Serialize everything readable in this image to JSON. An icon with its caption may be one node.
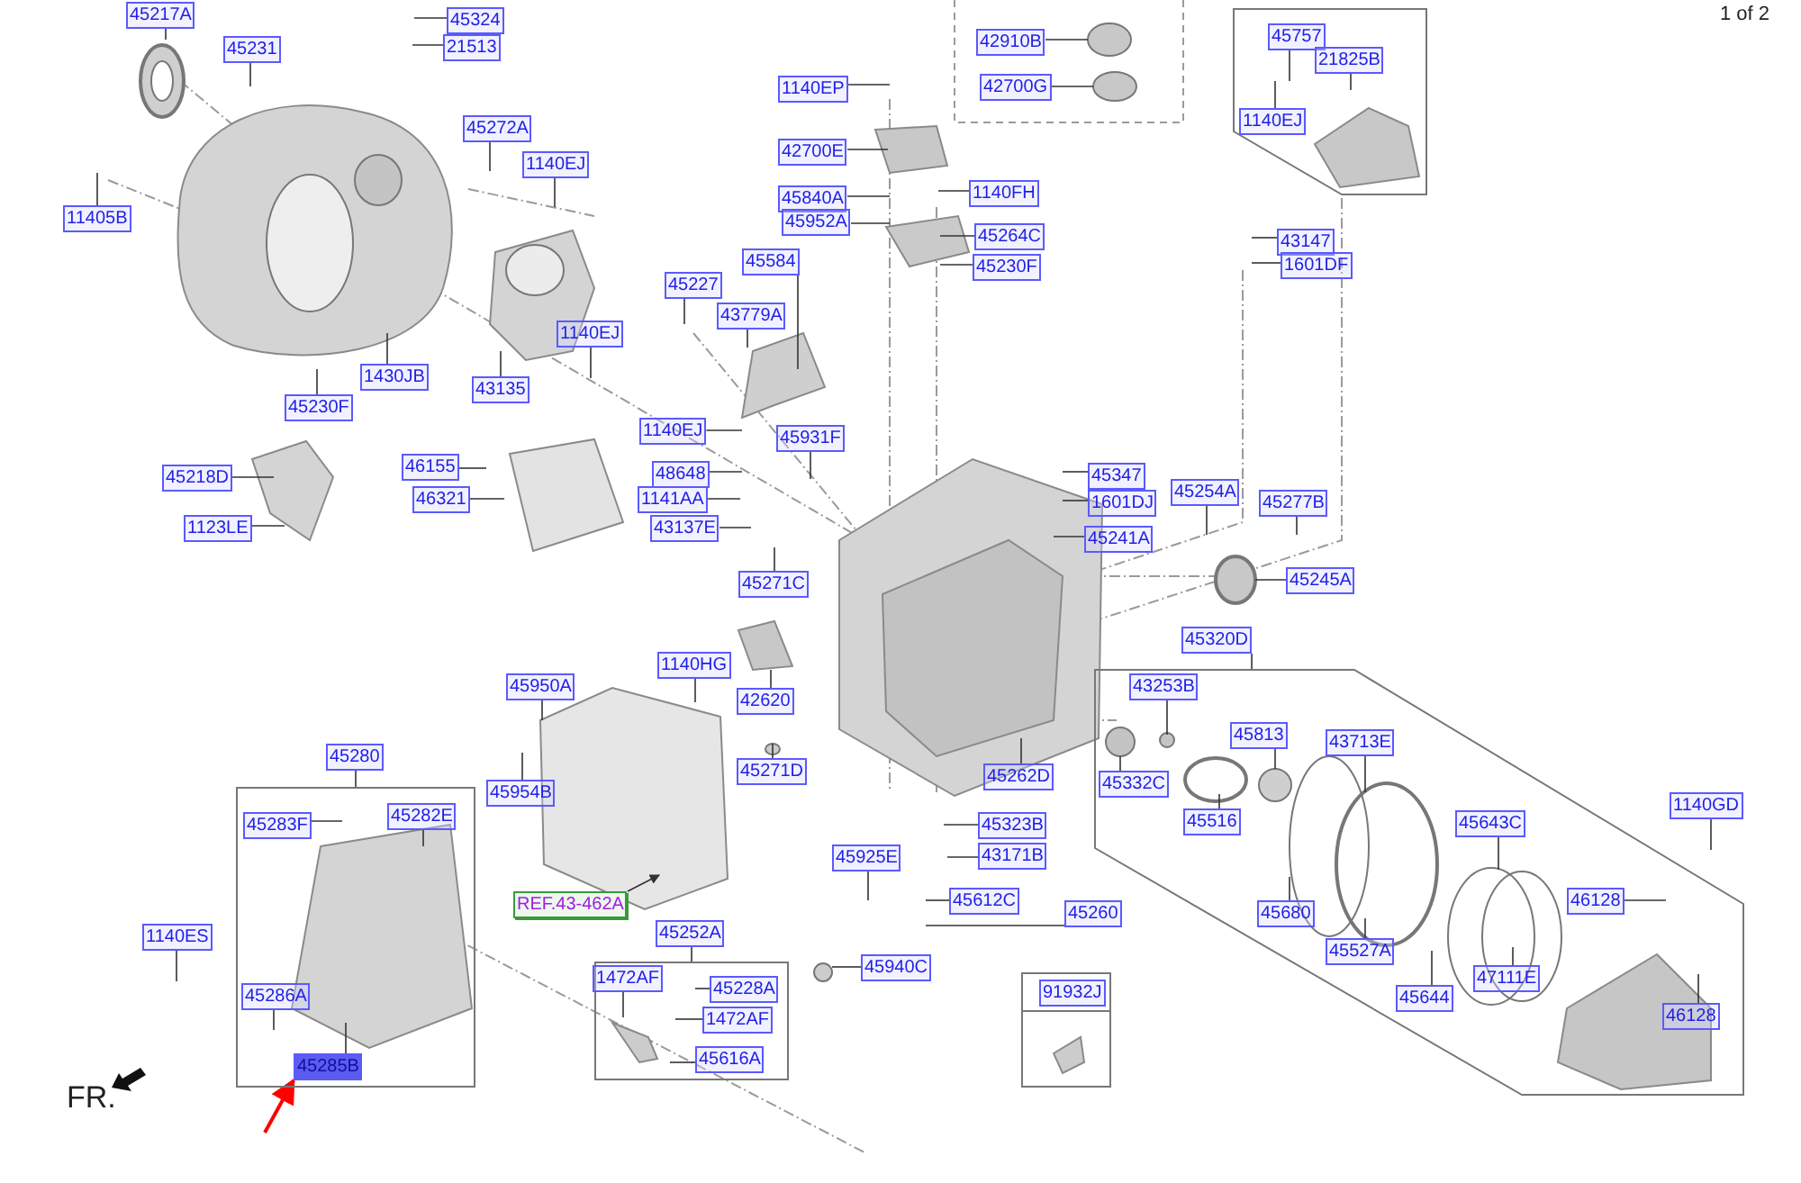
{
  "diagram": {
    "nodes": [
      {
        "text": [
          "45217A"
        ]
      },
      {
        "text": [
          "45231"
        ]
      },
      {
        "text": [
          "45324"
        ]
      },
      {
        "text": [
          "21513"
        ]
      },
      {
        "text": [
          "11405B"
        ]
      },
      {
        "text": [
          "45272A"
        ]
      },
      {
        "text": [
          "1140EJ"
        ]
      },
      {
        "text": [
          "1140EJ"
        ]
      },
      {
        "text": [
          "1430JB"
        ]
      },
      {
        "text": [
          "43135"
        ]
      },
      {
        "text": [
          "45230F"
        ]
      },
      {
        "text": [
          "45218D"
        ]
      },
      {
        "text": [
          "1123LE"
        ]
      },
      {
        "text": [
          "46155"
        ]
      },
      {
        "text": [
          "46321"
        ]
      },
      {
        "text": [
          "1140EP"
        ]
      },
      {
        "text": [
          "42910B"
        ]
      },
      {
        "text": [
          "42700G"
        ]
      },
      {
        "text": [
          "42700E"
        ]
      },
      {
        "text": [
          "1140FH"
        ]
      },
      {
        "text": [
          "45840A"
        ]
      },
      {
        "text": [
          "45952A"
        ]
      },
      {
        "text": [
          "45264C"
        ]
      },
      {
        "text": [
          "45230F"
        ]
      },
      {
        "text": [
          "45584"
        ]
      },
      {
        "text": [
          "45227"
        ]
      },
      {
        "text": [
          "43779A"
        ]
      },
      {
        "text": [
          "1140EJ"
        ]
      },
      {
        "text": [
          "45931F"
        ]
      },
      {
        "text": [
          "48648"
        ]
      },
      {
        "text": [
          "1141AA"
        ]
      },
      {
        "text": [
          "43137E"
        ]
      },
      {
        "text": [
          "45271C"
        ]
      },
      {
        "text": [
          "45347"
        ]
      },
      {
        "text": [
          "1601DJ"
        ]
      },
      {
        "text": [
          "45241A"
        ]
      },
      {
        "text": [
          "45254A"
        ]
      },
      {
        "text": [
          "45757"
        ]
      },
      {
        "text": [
          "21825B"
        ]
      },
      {
        "text": [
          "1140EJ"
        ]
      },
      {
        "text": [
          "43147"
        ]
      },
      {
        "text": [
          "1601DF"
        ]
      },
      {
        "text": [
          "45277B"
        ]
      },
      {
        "text": [
          "45245A"
        ]
      },
      {
        "text": [
          "45950A"
        ]
      },
      {
        "text": [
          "45954B"
        ]
      },
      {
        "text": [
          "45280"
        ]
      },
      {
        "text": [],
        "shape": "box"
      },
      {
        "text": [
          "45283F"
        ],
        "in": 47
      },
      {
        "text": [
          "45282E"
        ],
        "in": 47
      },
      {
        "text": [
          "1140ES"
        ]
      },
      {
        "text": [
          "45286A"
        ],
        "in": 47
      },
      {
        "text": [
          "45285B"
        ],
        "in": 47
      },
      {
        "text": [
          "REF.43-462A"
        ]
      },
      {
        "text": [
          "1140HG"
        ]
      },
      {
        "text": [
          "42620"
        ]
      },
      {
        "text": [
          "45271D"
        ]
      },
      {
        "text": [
          "45262D"
        ]
      },
      {
        "text": [
          "45323B"
        ]
      },
      {
        "text": [
          "43171B"
        ]
      },
      {
        "text": [
          "45925E"
        ]
      },
      {
        "text": [
          "45612C"
        ]
      },
      {
        "text": [
          "45260"
        ]
      },
      {
        "text": [
          "45940C"
        ]
      },
      {
        "text": [
          "45252A"
        ]
      },
      {
        "text": [],
        "shape": "box"
      },
      {
        "text": [
          "1472AF"
        ],
        "in": 65
      },
      {
        "text": [
          "45228A"
        ],
        "in": 65
      },
      {
        "text": [
          "1472AF"
        ],
        "in": 65
      },
      {
        "text": [
          "45616A"
        ],
        "in": 65
      },
      {
        "text": [
          "91932J"
        ]
      },
      {
        "text": [
          "45320D"
        ]
      },
      {
        "text": [],
        "shape": "hexagon"
      },
      {
        "text": [
          "43253B"
        ],
        "in": 72
      },
      {
        "text": [
          "45332C"
        ],
        "in": 72
      },
      {
        "text": [
          "45813"
        ],
        "in": 72
      },
      {
        "text": [
          "45516"
        ],
        "in": 72
      },
      {
        "text": [
          "43713E"
        ],
        "in": 72
      },
      {
        "text": [
          "45643C"
        ],
        "in": 72
      },
      {
        "text": [
          "1140GD"
        ]
      },
      {
        "text": [
          "45680"
        ],
        "in": 72
      },
      {
        "text": [
          "46128"
        ],
        "in": 72
      },
      {
        "text": [
          "45527A"
        ],
        "in": 72
      },
      {
        "text": [
          "47111E"
        ],
        "in": 72
      },
      {
        "text": [
          "45644"
        ],
        "in": 72
      },
      {
        "text": [
          "46128"
        ],
        "in": 72
      }
    ],
    "edges": [
      {
        "from": 0,
        "to": null,
        "arrow": "none"
      },
      {
        "from": 1,
        "to": null,
        "arrow": "none"
      },
      {
        "from": 2,
        "to": null,
        "arrow": "none"
      },
      {
        "from": 3,
        "to": null,
        "arrow": "none"
      },
      {
        "from": 4,
        "to": null,
        "arrow": "none"
      },
      {
        "from": 5,
        "to": null,
        "arrow": "none"
      },
      {
        "from": 6,
        "to": null,
        "arrow": "none"
      },
      {
        "from": 7,
        "to": null,
        "arrow": "none"
      },
      {
        "from": 8,
        "to": null,
        "arrow": "none"
      },
      {
        "from": 9,
        "to": null,
        "arrow": "none"
      },
      {
        "from": 10,
        "to": null,
        "arrow": "none"
      },
      {
        "from": 11,
        "to": null,
        "arrow": "none"
      },
      {
        "from": 12,
        "to": null,
        "arrow": "none"
      },
      {
        "from": 13,
        "to": null,
        "arrow": "none"
      },
      {
        "from": 14,
        "to": null,
        "arrow": "none"
      },
      {
        "from": 15,
        "to": null,
        "arrow": "none"
      },
      {
        "from": 16,
        "to": null,
        "arrow": "none"
      },
      {
        "from": 17,
        "to": null,
        "arrow": "none"
      },
      {
        "from": 18,
        "to": null,
        "arrow": "none"
      },
      {
        "from": 19,
        "to": null,
        "arrow": "none"
      },
      {
        "from": 20,
        "to": null,
        "arrow": "none"
      },
      {
        "from": 21,
        "to": null,
        "arrow": "none"
      },
      {
        "from": 22,
        "to": null,
        "arrow": "none"
      },
      {
        "from": 23,
        "to": null,
        "arrow": "none"
      },
      {
        "from": 24,
        "to": null,
        "arrow": "none"
      },
      {
        "from": 25,
        "to": null,
        "arrow": "none"
      },
      {
        "from": 26,
        "to": null,
        "arrow": "none"
      },
      {
        "from": 27,
        "to": null,
        "arrow": "none"
      },
      {
        "from": 28,
        "to": null,
        "arrow": "none"
      },
      {
        "from": 29,
        "to": null,
        "arrow": "none"
      },
      {
        "from": 30,
        "to": null,
        "arrow": "none"
      },
      {
        "from": 31,
        "to": null,
        "arrow": "none"
      },
      {
        "from": 32,
        "to": null,
        "arrow": "none"
      },
      {
        "from": 33,
        "to": null,
        "arrow": "none"
      },
      {
        "from": 34,
        "to": null,
        "arrow": "none"
      },
      {
        "from": 35,
        "to": null,
        "arrow": "none"
      },
      {
        "from": 36,
        "to": null,
        "arrow": "none"
      },
      {
        "from": 37,
        "to": null,
        "arrow": "none"
      },
      {
        "from": 38,
        "to": null,
        "arrow": "none"
      },
      {
        "from": 39,
        "to": null,
        "arrow": "none"
      },
      {
        "from": 40,
        "to": null,
        "arrow": "none"
      },
      {
        "from": 41,
        "to": null,
        "arrow": "none"
      },
      {
        "from": 42,
        "to": null,
        "arrow": "none"
      },
      {
        "from": 43,
        "to": null,
        "arrow": "none"
      },
      {
        "from": 44,
        "to": null,
        "arrow": "none"
      },
      {
        "from": 45,
        "to": null,
        "arrow": "none"
      },
      {
        "from": 46,
        "to": 47,
        "arrow": "none"
      },
      {
        "from": 48,
        "to": null,
        "arrow": "none"
      },
      {
        "from": 49,
        "to": null,
        "arrow": "none"
      },
      {
        "from": 50,
        "to": null,
        "arrow": "none"
      },
      {
        "from": 51,
        "to": null,
        "arrow": "none"
      },
      {
        "from": 52,
        "to": null,
        "arrow": "none"
      },
      {
        "from": 53,
        "to": null,
        "arrow": "to"
      },
      {
        "from": 54,
        "to": null,
        "arrow": "none"
      },
      {
        "from": 55,
        "to": null,
        "arrow": "none"
      },
      {
        "from": 56,
        "to": null,
        "arrow": "none"
      },
      {
        "from": 57,
        "to": null,
        "arrow": "none"
      },
      {
        "from": 58,
        "to": null,
        "arrow": "none"
      },
      {
        "from": 59,
        "to": null,
        "arrow": "none"
      },
      {
        "from": 60,
        "to": null,
        "arrow": "none"
      },
      {
        "from": 61,
        "to": null,
        "arrow": "none"
      },
      {
        "from": 62,
        "to": null,
        "arrow": "none"
      },
      {
        "from": 63,
        "to": null,
        "arrow": "none"
      },
      {
        "from": 64,
        "to": 65,
        "arrow": "none"
      },
      {
        "from": 66,
        "to": null,
        "arrow": "none"
      },
      {
        "from": 67,
        "to": null,
        "arrow": "none"
      },
      {
        "from": 68,
        "to": null,
        "arrow": "none"
      },
      {
        "from": 69,
        "to": null,
        "arrow": "none"
      },
      {
        "from": 71,
        "to": 72,
        "arrow": "none"
      },
      {
        "from": 73,
        "to": null,
        "arrow": "none"
      },
      {
        "from": 74,
        "to": null,
        "arrow": "none"
      },
      {
        "from": 75,
        "to": null,
        "arrow": "none"
      },
      {
        "from": 76,
        "to": null,
        "arrow": "none"
      },
      {
        "from": 77,
        "to": null,
        "arrow": "none"
      },
      {
        "from": 78,
        "to": null,
        "arrow": "none"
      },
      {
        "from": 79,
        "to": null,
        "arrow": "none"
      },
      {
        "from": 80,
        "to": null,
        "arrow": "none"
      },
      {
        "from": 81,
        "to": null,
        "arrow": "none"
      },
      {
        "from": 82,
        "to": null,
        "arrow": "none"
      },
      {
        "from": 83,
        "to": null,
        "arrow": "none"
      },
      {
        "from": 84,
        "to": null,
        "arrow": "none"
      },
      {
        "from": 85,
        "to": null,
        "arrow": "none"
      },
      {
        "from": null,
        "to": 52,
        "arrow": "to",
        "color": "#ff0000"
      }
    ],
    "labels": [
      "1 of 2",
      "FR."
    ]
  }
}
